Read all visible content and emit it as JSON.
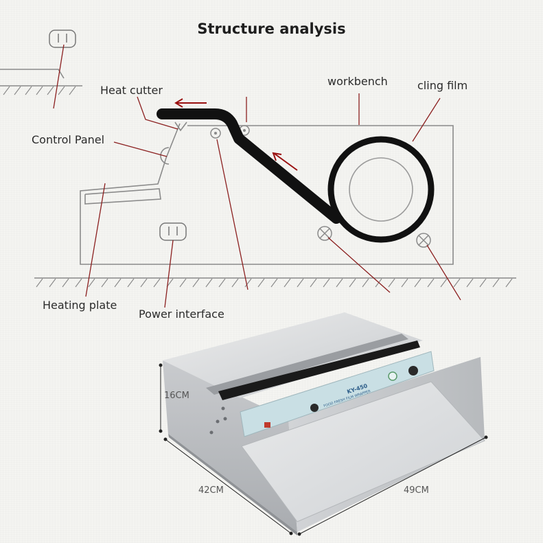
{
  "title": "Structure analysis",
  "labels": {
    "heat_cutter": "Heat cutter",
    "workbench": "workbench",
    "cling_film": "cling film",
    "control_panel": "Control Panel",
    "heating_plate": "Heating plate",
    "power_interface": "Power interface"
  },
  "dimensions": {
    "height": "16CM",
    "depth": "42CM",
    "width": "49CM"
  },
  "panel": {
    "model": "KY-450",
    "caption": "FOOD FRESH FILM WRAPPER"
  },
  "colors": {
    "sketch_line": "#8a8a8a",
    "leader_line": "#8b1f1f",
    "arrow": "#9a1010",
    "film_roll": "#111111",
    "steel": "#d6d8da",
    "panel_blue": "#c9dfe4"
  }
}
